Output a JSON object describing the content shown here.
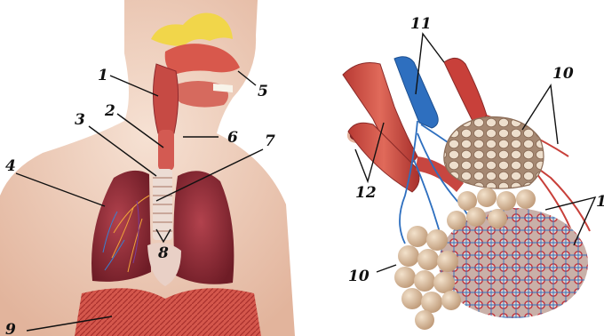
{
  "labels": {
    "l1": "1",
    "l2": "2",
    "l3": "3",
    "l4": "4",
    "l5": "5",
    "l6": "6",
    "l7": "7",
    "l8": "8",
    "l9": "9",
    "l10a": "10",
    "l10b": "10",
    "l11": "11",
    "l12": "12",
    "l13": "1"
  },
  "colors": {
    "skin": "#f1d2bf",
    "lung": "#8e2a35",
    "muscle": "#c4453f",
    "vein": "#2e6fbf",
    "alveoli": "#dcc2a4",
    "bone": "#f1d64a"
  }
}
